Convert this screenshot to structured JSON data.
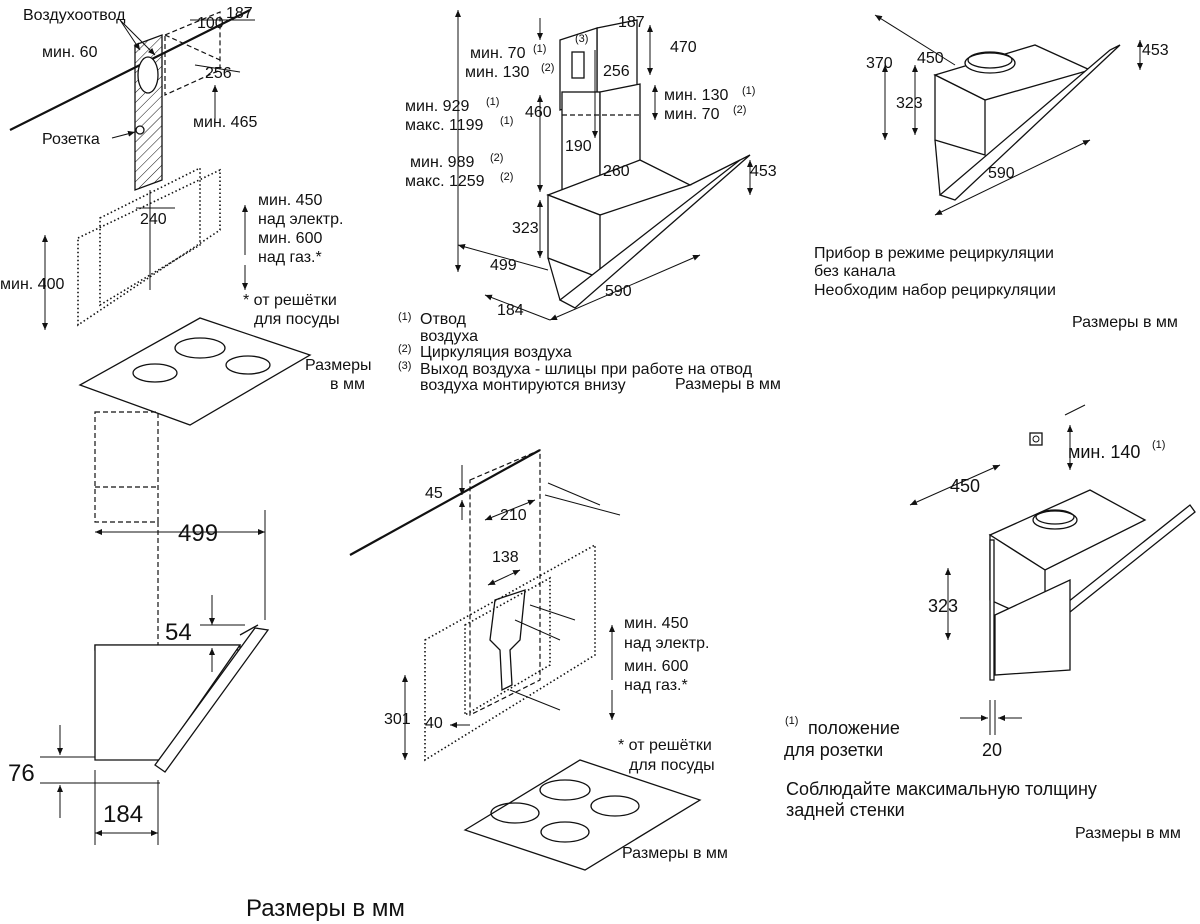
{
  "p1": {
    "air_outlet": "Воздухоотвод",
    "min60": "мин. 60",
    "d100": "100",
    "d187": "187",
    "d256": "256",
    "socket": "Розетка",
    "min465": "мин. 465",
    "d240": "240",
    "min400": "мин. 400",
    "clearance": [
      "мин. 450",
      "над электр.",
      "мин. 600",
      "над газ.*"
    ],
    "grate_note": [
      "* от решётки",
      "для посуды"
    ],
    "units": [
      "Размеры",
      "в мм"
    ]
  },
  "p2": {
    "d187": "187",
    "d470": "470",
    "d256": "256",
    "callout3": "(3)",
    "min70": "мин. 70",
    "min130": "мин. 130",
    "sup1": "(1)",
    "sup2": "(2)",
    "min929": "мин. 929",
    "max1199": "макс. 1199",
    "d460": "460",
    "r_min130": "мин. 130",
    "r_min70": "мин. 70",
    "d190": "190",
    "min989": "мин. 989",
    "max1259": "макс. 1259",
    "d260": "260",
    "d453": "453",
    "d323": "323",
    "d499": "499",
    "d590": "590",
    "d184": "184",
    "legend": [
      {
        "mark": "(1)",
        "lines": [
          "Отвод",
          "воздуха"
        ]
      },
      {
        "mark": "(2)",
        "lines": [
          "Циркуляция воздуха"
        ]
      },
      {
        "mark": "(3)",
        "lines": [
          "Выход воздуха - шлицы при работе на отвод",
          "воздуха монтируются внизу"
        ]
      }
    ],
    "units": "Размеры в мм"
  },
  "p3": {
    "d370": "370",
    "d450": "450",
    "d453": "453",
    "d323": "323",
    "d590": "590",
    "notes": [
      "Прибор в режиме рециркуляции",
      "без канала",
      "Необходим набор рециркуляции"
    ],
    "units": "Размеры в мм"
  },
  "p4": {
    "d499": "499",
    "d54": "54",
    "d76": "76",
    "d184": "184",
    "units": "Размеры в мм"
  },
  "p5": {
    "d45": "45",
    "d210": "210",
    "d138": "138",
    "d301": "301",
    "d40": "40",
    "clearance": [
      "мин. 450",
      "над электр.",
      "мин. 600",
      "над газ.*"
    ],
    "grate_note": [
      "* от решётки",
      "для посуды"
    ],
    "units": "Размеры в мм"
  },
  "p6": {
    "min140": "мин. 140",
    "sup1": "(1)",
    "d450": "450",
    "d323": "323",
    "d20": "20",
    "socket_note_mark": "(1)",
    "socket_note": [
      "положение",
      "для розетки"
    ],
    "wall_note": [
      "Соблюдайте максимальную толщину",
      "задней стенки"
    ],
    "units": "Размеры в мм"
  }
}
